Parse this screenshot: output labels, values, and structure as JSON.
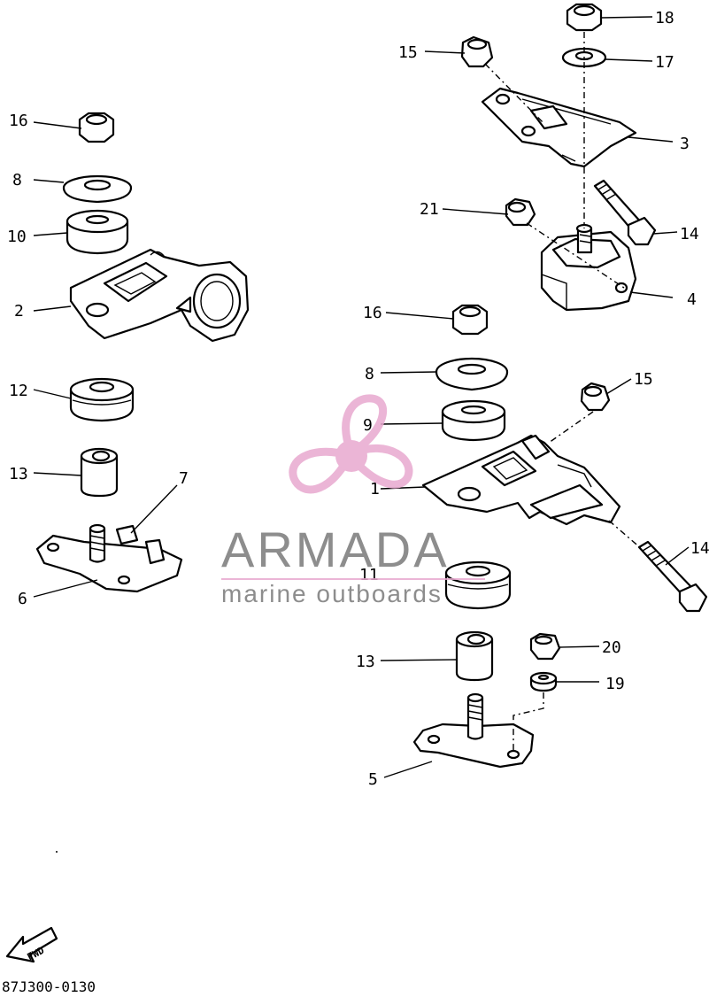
{
  "diagram_code": "87J300-0130",
  "fwd_label": "FWD",
  "watermark": {
    "brand": "ARMADA",
    "tagline": "marine outboards",
    "brand_color": "#7a7a7a",
    "logo_color": "#e8a9cf"
  },
  "callouts": {
    "p1": "1",
    "p2": "2",
    "p3": "3",
    "p4": "4",
    "p5": "5",
    "p6": "6",
    "p7": "7",
    "p8a": "8",
    "p8b": "8",
    "p9": "9",
    "p10": "10",
    "p11": "11",
    "p12": "12",
    "p13a": "13",
    "p13b": "13",
    "p14a": "14",
    "p14b": "14",
    "p15a": "15",
    "p15b": "15",
    "p16a": "16",
    "p16b": "16",
    "p17": "17",
    "p18": "18",
    "p19": "19",
    "p20": "20",
    "p21": "21"
  }
}
